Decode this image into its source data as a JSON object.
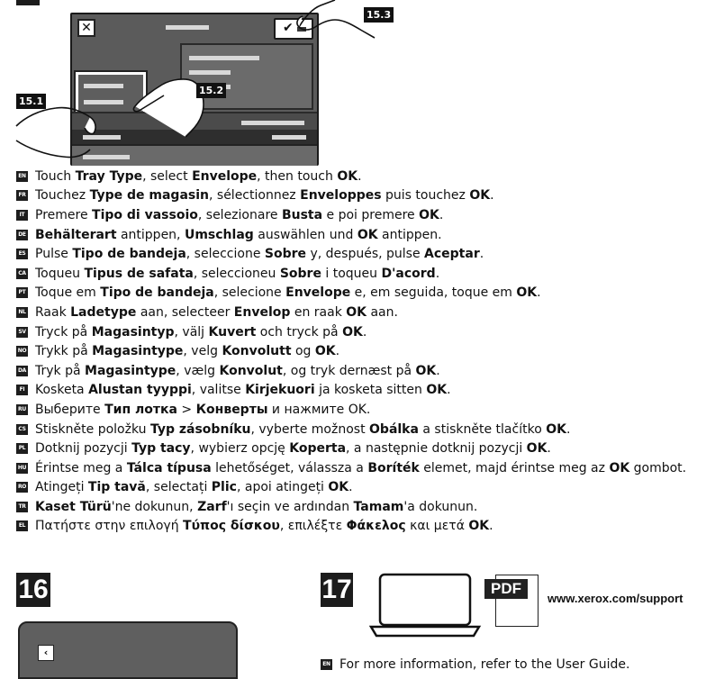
{
  "illustration": {
    "callouts": [
      "15.1",
      "15.2",
      "15.3"
    ],
    "icons": [
      "close-icon",
      "checkmark-icon",
      "pointing-hand-icon"
    ]
  },
  "instructions": [
    {
      "lang": "EN",
      "parts": [
        {
          "t": "Touch "
        },
        {
          "t": "Tray Type",
          "b": true
        },
        {
          "t": ", select "
        },
        {
          "t": "Envelope",
          "b": true
        },
        {
          "t": ", then touch "
        },
        {
          "t": "OK",
          "b": true
        },
        {
          "t": "."
        }
      ]
    },
    {
      "lang": "FR",
      "parts": [
        {
          "t": "Touchez "
        },
        {
          "t": "Type de magasin",
          "b": true
        },
        {
          "t": ", sélectionnez "
        },
        {
          "t": "Enveloppes",
          "b": true
        },
        {
          "t": " puis touchez "
        },
        {
          "t": "OK",
          "b": true
        },
        {
          "t": "."
        }
      ]
    },
    {
      "lang": "IT",
      "parts": [
        {
          "t": "Premere "
        },
        {
          "t": "Tipo di vassoio",
          "b": true
        },
        {
          "t": ", selezionare "
        },
        {
          "t": "Busta",
          "b": true
        },
        {
          "t": " e poi premere "
        },
        {
          "t": "OK",
          "b": true
        },
        {
          "t": "."
        }
      ]
    },
    {
      "lang": "DE",
      "parts": [
        {
          "t": "Behälterart",
          "b": true
        },
        {
          "t": " antippen, "
        },
        {
          "t": "Umschlag",
          "b": true
        },
        {
          "t": " auswählen und "
        },
        {
          "t": "OK",
          "b": true
        },
        {
          "t": " antippen."
        }
      ]
    },
    {
      "lang": "ES",
      "parts": [
        {
          "t": "Pulse "
        },
        {
          "t": "Tipo de bandeja",
          "b": true
        },
        {
          "t": ", seleccione "
        },
        {
          "t": "Sobre",
          "b": true
        },
        {
          "t": " y, después, pulse "
        },
        {
          "t": "Aceptar",
          "b": true
        },
        {
          "t": "."
        }
      ]
    },
    {
      "lang": "CA",
      "parts": [
        {
          "t": "Toqueu "
        },
        {
          "t": "Tipus de safata",
          "b": true
        },
        {
          "t": ", seleccioneu "
        },
        {
          "t": "Sobre",
          "b": true
        },
        {
          "t": " i toqueu "
        },
        {
          "t": "D'acord",
          "b": true
        },
        {
          "t": "."
        }
      ]
    },
    {
      "lang": "PT",
      "parts": [
        {
          "t": "Toque em "
        },
        {
          "t": "Tipo de bandeja",
          "b": true
        },
        {
          "t": ", selecione "
        },
        {
          "t": "Envelope",
          "b": true
        },
        {
          "t": " e, em seguida, toque em "
        },
        {
          "t": "OK",
          "b": true
        },
        {
          "t": "."
        }
      ]
    },
    {
      "lang": "NL",
      "parts": [
        {
          "t": "Raak "
        },
        {
          "t": "Ladetype",
          "b": true
        },
        {
          "t": " aan, selecteer "
        },
        {
          "t": "Envelop",
          "b": true
        },
        {
          "t": " en raak "
        },
        {
          "t": "OK",
          "b": true
        },
        {
          "t": " aan."
        }
      ]
    },
    {
      "lang": "SV",
      "parts": [
        {
          "t": "Tryck på "
        },
        {
          "t": "Magasintyp",
          "b": true
        },
        {
          "t": ", välj "
        },
        {
          "t": "Kuvert",
          "b": true
        },
        {
          "t": " och tryck på "
        },
        {
          "t": "OK",
          "b": true
        },
        {
          "t": "."
        }
      ]
    },
    {
      "lang": "NO",
      "parts": [
        {
          "t": "Trykk på "
        },
        {
          "t": "Magasintype",
          "b": true
        },
        {
          "t": ", velg "
        },
        {
          "t": "Konvolutt",
          "b": true
        },
        {
          "t": " og "
        },
        {
          "t": "OK",
          "b": true
        },
        {
          "t": "."
        }
      ]
    },
    {
      "lang": "DA",
      "parts": [
        {
          "t": "Tryk på "
        },
        {
          "t": "Magasintype",
          "b": true
        },
        {
          "t": ", vælg "
        },
        {
          "t": "Konvolut",
          "b": true
        },
        {
          "t": ", og tryk dernæst på "
        },
        {
          "t": "OK",
          "b": true
        },
        {
          "t": "."
        }
      ]
    },
    {
      "lang": "FI",
      "parts": [
        {
          "t": "Kosketa "
        },
        {
          "t": "Alustan tyyppi",
          "b": true
        },
        {
          "t": ", valitse "
        },
        {
          "t": "Kirjekuori",
          "b": true
        },
        {
          "t": " ja kosketa sitten "
        },
        {
          "t": "OK",
          "b": true
        },
        {
          "t": "."
        }
      ]
    },
    {
      "lang": "RU",
      "parts": [
        {
          "t": "Выберите "
        },
        {
          "t": "Тип лотка",
          "b": true
        },
        {
          "t": " > "
        },
        {
          "t": "Конверты",
          "b": true
        },
        {
          "t": " и нажмите OK."
        }
      ]
    },
    {
      "lang": "CS",
      "parts": [
        {
          "t": "Stiskněte položku "
        },
        {
          "t": "Typ zásobníku",
          "b": true
        },
        {
          "t": ", vyberte možnost "
        },
        {
          "t": "Obálka",
          "b": true
        },
        {
          "t": " a stiskněte tlačítko "
        },
        {
          "t": "OK",
          "b": true
        },
        {
          "t": "."
        }
      ]
    },
    {
      "lang": "PL",
      "parts": [
        {
          "t": "Dotknij pozycji "
        },
        {
          "t": "Typ tacy",
          "b": true
        },
        {
          "t": ", wybierz opcję "
        },
        {
          "t": "Koperta",
          "b": true
        },
        {
          "t": ", a następnie dotknij pozycji "
        },
        {
          "t": "OK",
          "b": true
        },
        {
          "t": "."
        }
      ]
    },
    {
      "lang": "HU",
      "parts": [
        {
          "t": "Érintse meg a "
        },
        {
          "t": "Tálca típusa",
          "b": true
        },
        {
          "t": " lehetőséget, válassza a "
        },
        {
          "t": "Boríték",
          "b": true
        },
        {
          "t": " elemet, majd érintse meg az "
        },
        {
          "t": "OK",
          "b": true
        },
        {
          "t": " gombot."
        }
      ]
    },
    {
      "lang": "RO",
      "parts": [
        {
          "t": "Atingeți "
        },
        {
          "t": "Tip tavă",
          "b": true
        },
        {
          "t": ", selectați "
        },
        {
          "t": "Plic",
          "b": true
        },
        {
          "t": ", apoi atingeți "
        },
        {
          "t": "OK",
          "b": true
        },
        {
          "t": "."
        }
      ]
    },
    {
      "lang": "TR",
      "parts": [
        {
          "t": "Kaset Türü",
          "b": true
        },
        {
          "t": "'ne dokunun, "
        },
        {
          "t": "Zarf",
          "b": true
        },
        {
          "t": "'ı seçin ve ardından "
        },
        {
          "t": "Tamam",
          "b": true
        },
        {
          "t": "'a dokunun."
        }
      ]
    },
    {
      "lang": "EL",
      "parts": [
        {
          "t": "Πατήστε στην επιλογή "
        },
        {
          "t": "Τύπος δίσκου",
          "b": true
        },
        {
          "t": ", επιλέξτε "
        },
        {
          "t": "Φάκελος",
          "b": true
        },
        {
          "t": " και μετά "
        },
        {
          "t": "OK",
          "b": true
        },
        {
          "t": "."
        }
      ]
    }
  ],
  "step16": {
    "number": "16"
  },
  "step17": {
    "number": "17",
    "pdf_label": "PDF",
    "url": "www.xerox.com/support",
    "footer_lang": "EN",
    "footer_text": "For more information, refer to the User Guide."
  },
  "colors": {
    "ink": "#111111",
    "screen": "#5b5b5b"
  }
}
